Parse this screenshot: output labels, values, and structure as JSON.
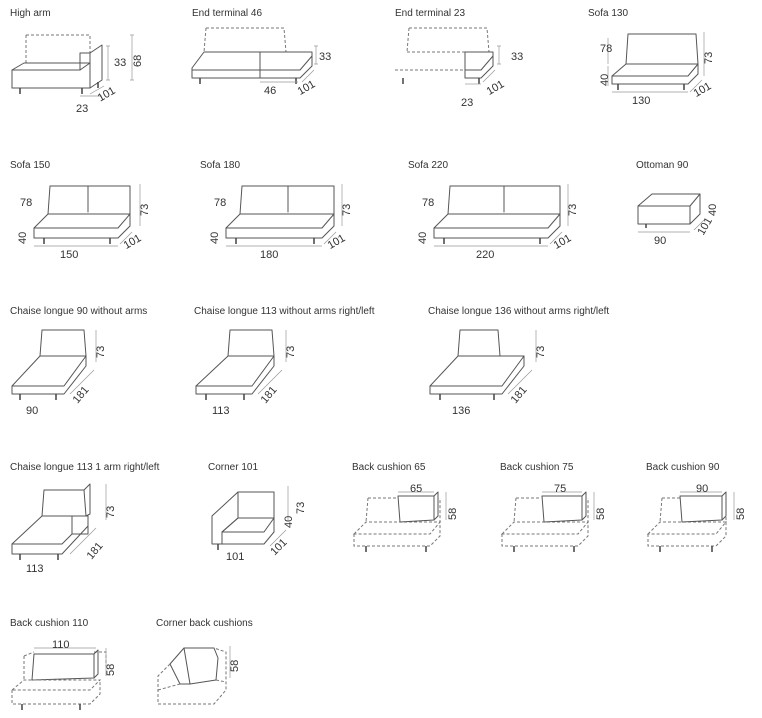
{
  "modules": [
    {
      "title": "High arm",
      "dims": [
        "33",
        "68",
        "101",
        "23"
      ]
    },
    {
      "title": "End terminal 46",
      "dims": [
        "33",
        "101",
        "46"
      ]
    },
    {
      "title": "End terminal 23",
      "dims": [
        "33",
        "101",
        "23"
      ]
    },
    {
      "title": "Sofa 130",
      "dims": [
        "78",
        "73",
        "40",
        "101",
        "130"
      ]
    },
    {
      "title": "Sofa 150",
      "dims": [
        "78",
        "73",
        "40",
        "101",
        "150"
      ]
    },
    {
      "title": "Sofa 180",
      "dims": [
        "78",
        "73",
        "40",
        "101",
        "180"
      ]
    },
    {
      "title": "Sofa 220",
      "dims": [
        "78",
        "73",
        "40",
        "101",
        "220"
      ]
    },
    {
      "title": "Ottoman 90",
      "dims": [
        "40",
        "101",
        "90"
      ]
    },
    {
      "title": "Chaise longue 90 without arms",
      "dims": [
        "73",
        "181",
        "90"
      ]
    },
    {
      "title": "Chaise longue 113 without arms right/left",
      "dims": [
        "73",
        "181",
        "113"
      ]
    },
    {
      "title": "Chaise longue 136 without arms right/left",
      "dims": [
        "73",
        "181",
        "136"
      ]
    },
    {
      "title": "Chaise longue 113 1 arm right/left",
      "dims": [
        "73",
        "181",
        "113"
      ]
    },
    {
      "title": "Corner 101",
      "dims": [
        "73",
        "40",
        "101",
        "101"
      ]
    },
    {
      "title": "Back cushion 65",
      "dims": [
        "65",
        "58"
      ]
    },
    {
      "title": "Back cushion 75",
      "dims": [
        "75",
        "58"
      ]
    },
    {
      "title": "Back cushion 90",
      "dims": [
        "90",
        "58"
      ]
    },
    {
      "title": "Back cushion 110",
      "dims": [
        "110",
        "58"
      ]
    },
    {
      "title": "Corner back cushions",
      "dims": [
        "58"
      ]
    }
  ]
}
